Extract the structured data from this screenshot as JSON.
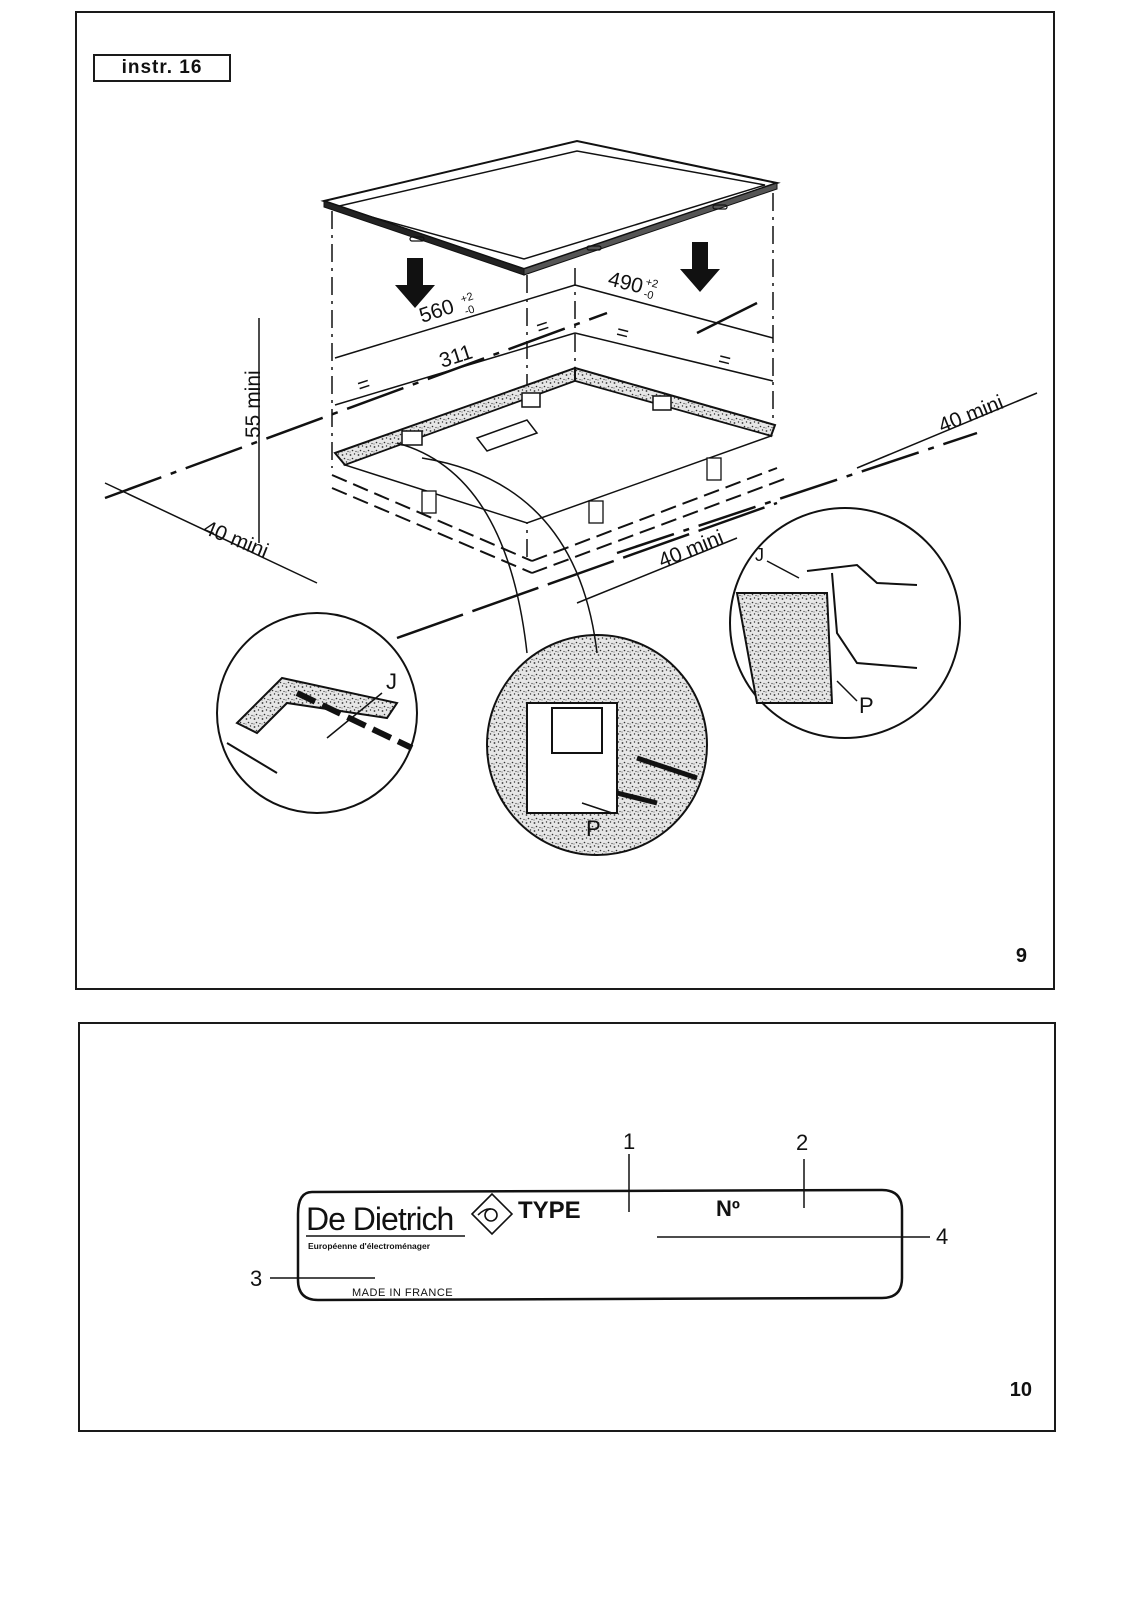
{
  "figure9": {
    "instr_label": "instr. 16",
    "figure_number": "9",
    "dimension_width": "560",
    "dimension_width_tolerance": "+2 / -0",
    "dimension_width_tol_plus": "+2",
    "dimension_width_tol_minus": "-0",
    "dimension_depth": "490",
    "dimension_depth_tolerance": "+2 / -0",
    "dimension_depth_tol_plus": "+2",
    "dimension_depth_tol_minus": "-0",
    "dimension_offset": "311",
    "equal_mark": "=",
    "clearance_top": "55 mini",
    "clearance_front": "40 mini",
    "clearance_side": "40 mini",
    "clearance_rear": "40 mini",
    "detail_label_joint": "J",
    "detail_label_clip": "P"
  },
  "figure10": {
    "figure_number": "10",
    "brand": "De Dietrich",
    "brand_subtitle": "Européenne d'électroménager",
    "type_label": "TYPE",
    "number_label": "Nº",
    "made_in": "MADE IN FRANCE",
    "callout_1": "1",
    "callout_2": "2",
    "callout_3": "3",
    "callout_4": "4"
  }
}
